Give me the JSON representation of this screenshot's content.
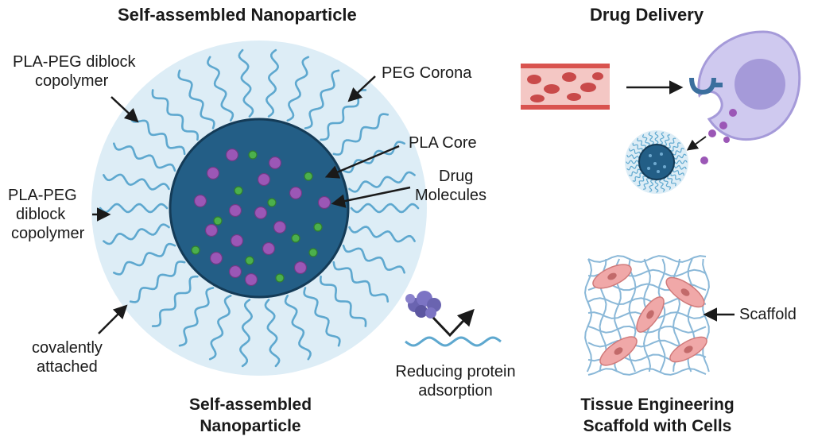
{
  "titles": {
    "left": "Self-assembled Nanoparticle",
    "right": "Drug Delivery"
  },
  "labels": {
    "copolymer_top": [
      "PLA-PEG diblock",
      "copolymer"
    ],
    "copolymer_mid": [
      "PLA-PEG",
      "diblock",
      "copolymer"
    ],
    "covalent": [
      "covalently",
      "attached"
    ],
    "peg_corona": "PEG Corona",
    "pla_core": "PLA Core",
    "drug_molecules": [
      "Drug",
      "Molecules"
    ],
    "reducing": [
      "Reducing protein",
      "adsorption"
    ],
    "scaffold": "Scaffold"
  },
  "captions": {
    "nanoparticle": [
      "Self-assembled",
      "Nanoparticle"
    ],
    "tissue": [
      "Tissue Engineering",
      "Scaffold with Cells"
    ]
  },
  "colors": {
    "corona": "#ddedf6",
    "peg_chain": "#5ea8cf",
    "core": "#235e86",
    "core_edge": "#143b57",
    "drug_purple": "#9b57b6",
    "drug_green": "#4cb04c",
    "vessel": "#f4c7c4",
    "rbc": "#c94a4a",
    "cell_body": "#cfc9ef",
    "cell_nucleus": "#a59ad9",
    "receptor": "#3b6f9e",
    "scaffold_fiber": "#8ab8d8",
    "scaffold_cell": "#f0a8a8"
  }
}
